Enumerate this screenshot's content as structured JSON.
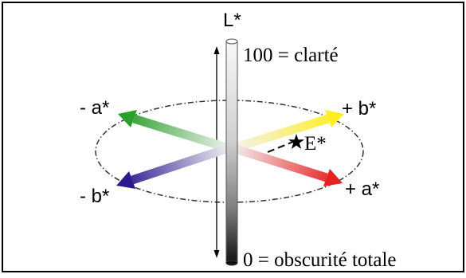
{
  "labels": {
    "l_axis": "L*",
    "lightness_top": "100 = clarté",
    "darkness_bottom": "0 = obscurité totale",
    "neg_a": "- a*",
    "pos_b": "+ b*",
    "neg_b": "- b*",
    "pos_a": "+ a*",
    "e_star": "E*"
  },
  "colors": {
    "frame": "#000000",
    "ellipse": "#333333",
    "green": "#2aa02a",
    "blue": "#2a1890",
    "yellow": "#ffee20",
    "red": "#e82020",
    "gray_dark": "#111111",
    "gray_light": "#f4f4f4"
  }
}
